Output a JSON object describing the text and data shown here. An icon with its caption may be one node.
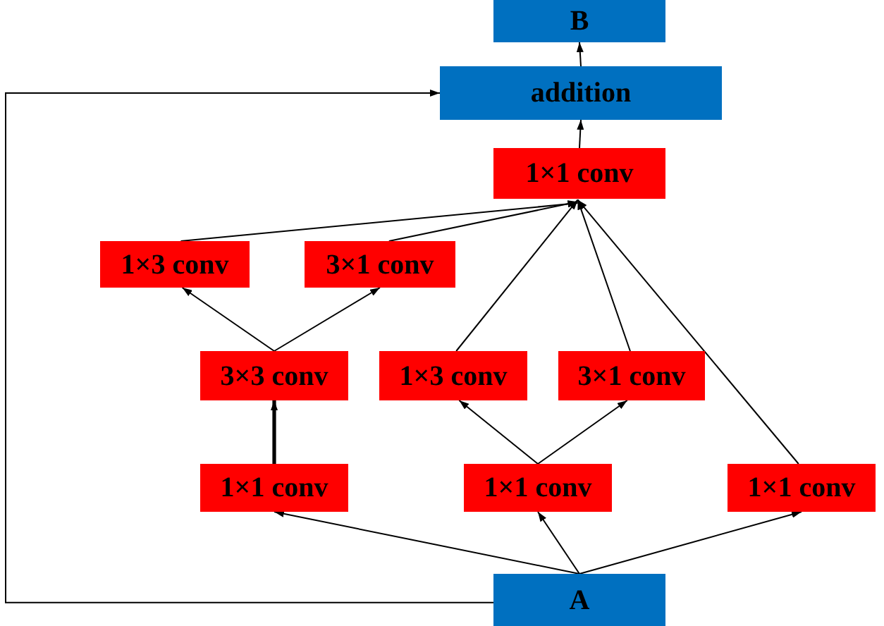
{
  "diagram": {
    "nodes": [
      {
        "text": [
          "B"
        ]
      },
      {
        "text": [
          "addition"
        ]
      },
      {
        "text": [
          "1×1 conv"
        ]
      },
      {
        "text": [
          "1×3 conv"
        ]
      },
      {
        "text": [
          "3×1 conv"
        ]
      },
      {
        "text": [
          "3×3 conv"
        ]
      },
      {
        "text": [
          "1×3 conv"
        ]
      },
      {
        "text": [
          "3×1 conv"
        ]
      },
      {
        "text": [
          "1×1 conv"
        ]
      },
      {
        "text": [
          "1×1 conv"
        ]
      },
      {
        "text": [
          "1×1 conv"
        ]
      },
      {
        "text": [
          "A"
        ]
      }
    ],
    "edges": [
      {
        "from": 11,
        "to": 8,
        "arrow": "to"
      },
      {
        "from": 11,
        "to": 9,
        "arrow": "to"
      },
      {
        "from": 11,
        "to": 10,
        "arrow": "to"
      },
      {
        "from": 11,
        "to": 1,
        "arrow": "to"
      },
      {
        "from": 8,
        "to": 5,
        "arrow": "to",
        "style": "thick"
      },
      {
        "from": 5,
        "to": 3,
        "arrow": "to"
      },
      {
        "from": 5,
        "to": 4,
        "arrow": "to"
      },
      {
        "from": 9,
        "to": 6,
        "arrow": "to"
      },
      {
        "from": 9,
        "to": 7,
        "arrow": "to"
      },
      {
        "from": 3,
        "to": 2,
        "arrow": "to"
      },
      {
        "from": 4,
        "to": 2,
        "arrow": "to"
      },
      {
        "from": 6,
        "to": 2,
        "arrow": "to"
      },
      {
        "from": 7,
        "to": 2,
        "arrow": "to"
      },
      {
        "from": 10,
        "to": 2,
        "arrow": "to"
      },
      {
        "from": 2,
        "to": 1,
        "arrow": "to"
      },
      {
        "from": 1,
        "to": 0,
        "arrow": "to"
      }
    ]
  }
}
